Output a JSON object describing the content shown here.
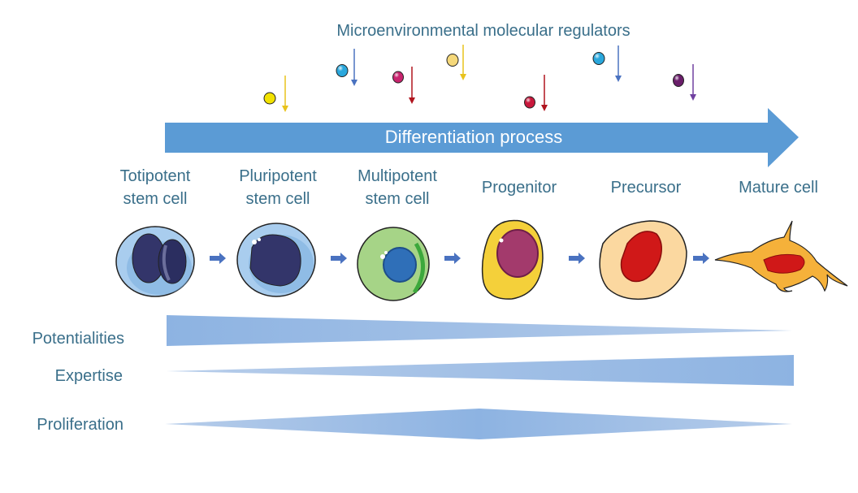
{
  "title": "Microenvironmental molecular regulators",
  "process_label": "Differentiation process",
  "stages": [
    {
      "line1": "Totipotent",
      "line2": "stem cell"
    },
    {
      "line1": "Pluripotent",
      "line2": "stem cell"
    },
    {
      "line1": "Multipotent",
      "line2": "stem cell"
    },
    {
      "line1": "Progenitor",
      "line2": ""
    },
    {
      "line1": "Precursor",
      "line2": ""
    },
    {
      "line1": "Mature cell",
      "line2": ""
    }
  ],
  "regulators": [
    {
      "name": "yellow-molecule",
      "ball_color": "#f2e200",
      "arrow_color": "#e8c21c"
    },
    {
      "name": "cyan-molecule",
      "ball_color": "#2aa7dc",
      "arrow_color": "#4a72c0"
    },
    {
      "name": "magenta-molecule",
      "ball_color": "#c8246e",
      "arrow_color": "#b0141e"
    },
    {
      "name": "light-yellow-molecule",
      "ball_color": "#f5d87a",
      "arrow_color": "#e8c21c"
    },
    {
      "name": "red-molecule",
      "ball_color": "#c8183c",
      "arrow_color": "#b0141e"
    },
    {
      "name": "cyan-molecule-2",
      "ball_color": "#2aa7dc",
      "arrow_color": "#4a72c0"
    },
    {
      "name": "purple-molecule",
      "ball_color": "#6a1e6a",
      "arrow_color": "#7040a0"
    }
  ],
  "trends": [
    {
      "label": "Potentialities",
      "shape": "decreasing"
    },
    {
      "label": "Expertise",
      "shape": "increasing"
    },
    {
      "label": "Proliferation",
      "shape": "peak-middle"
    }
  ],
  "colors": {
    "text": "#3a6f8a",
    "process_arrow": "#5b9bd5",
    "trend_fill": "#8fb4e3",
    "step_arrow": "#4a72c0"
  }
}
